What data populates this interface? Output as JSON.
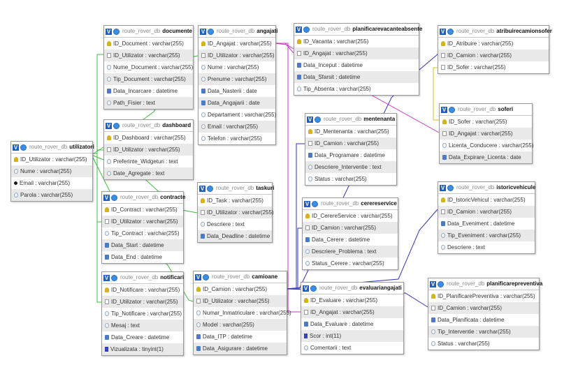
{
  "tables": [
    {
      "db": "route_rover_db",
      "name": "utilizatori",
      "fields": [
        {
          "text": "ID_Utilizator : varchar(255)",
          "icon": "key"
        },
        {
          "text": "Nume : varchar(255)",
          "icon": "col"
        },
        {
          "text": "Email : varchar(255)",
          "icon": "bul"
        },
        {
          "text": "Parola : varchar(255)",
          "icon": "col"
        }
      ]
    },
    {
      "db": "route_rover_db",
      "name": "documente",
      "fields": [
        {
          "text": "ID_Document : varchar(255)",
          "icon": "key"
        },
        {
          "text": "ID_Utilizator : varchar(255)",
          "icon": "fk"
        },
        {
          "text": "Nume_Document : varchar(255)",
          "icon": "col"
        },
        {
          "text": "Tip_Document : varchar(255)",
          "icon": "col"
        },
        {
          "text": "Data_Incarcare : datetime",
          "icon": "dt"
        },
        {
          "text": "Path_Fisier : text",
          "icon": "col"
        }
      ]
    },
    {
      "db": "route_rover_db",
      "name": "dashboard",
      "fields": [
        {
          "text": "ID_Dashboard : varchar(255)",
          "icon": "key"
        },
        {
          "text": "ID_Utilizator : varchar(255)",
          "icon": "fk"
        },
        {
          "text": "Preferinte_Widgeturi : text",
          "icon": "col"
        },
        {
          "text": "Date_Agregate : text",
          "icon": "col"
        }
      ]
    },
    {
      "db": "route_rover_db",
      "name": "contracte",
      "fields": [
        {
          "text": "ID_Contract : varchar(255)",
          "icon": "key"
        },
        {
          "text": "ID_Utilizator : varchar(255)",
          "icon": "fk"
        },
        {
          "text": "Tip_Contract : varchar(255)",
          "icon": "col"
        },
        {
          "text": "Data_Start : datetime",
          "icon": "dt"
        },
        {
          "text": "Data_End : datetime",
          "icon": "dt"
        }
      ]
    },
    {
      "db": "route_rover_db",
      "name": "notificari",
      "fields": [
        {
          "text": "ID_Notificare : varchar(255)",
          "icon": "key"
        },
        {
          "text": "ID_Utilizator : varchar(255)",
          "icon": "fk"
        },
        {
          "text": "Tip_Notificare : varchar(255)",
          "icon": "col"
        },
        {
          "text": "Mesaj : text",
          "icon": "col"
        },
        {
          "text": "Data_Creare : datetime",
          "icon": "dt"
        },
        {
          "text": "Vizualizata : tinyint(1)",
          "icon": "ent"
        }
      ]
    },
    {
      "db": "route_rover_db",
      "name": "angajati",
      "fields": [
        {
          "text": "ID_Angajat : varchar(255)",
          "icon": "key"
        },
        {
          "text": "ID_Utilizator : varchar(255)",
          "icon": "fk"
        },
        {
          "text": "Nume : varchar(255)",
          "icon": "col"
        },
        {
          "text": "Prenume : varchar(255)",
          "icon": "col"
        },
        {
          "text": "Data_Nasterii : date",
          "icon": "dt"
        },
        {
          "text": "Data_Angajarii : date",
          "icon": "dt"
        },
        {
          "text": "Departament : varchar(255)",
          "icon": "col"
        },
        {
          "text": "Email : varchar(255)",
          "icon": "col"
        },
        {
          "text": "Telefon : varchar(255)",
          "icon": "col"
        }
      ]
    },
    {
      "db": "route_rover_db",
      "name": "taskuri",
      "fields": [
        {
          "text": "ID_Task : varchar(255)",
          "icon": "key"
        },
        {
          "text": "ID_Utilizator : varchar(255)",
          "icon": "fk"
        },
        {
          "text": "Descriere : text",
          "icon": "col"
        },
        {
          "text": "Data_Deadline : datetime",
          "icon": "dt"
        }
      ]
    },
    {
      "db": "route_rover_db",
      "name": "camioane",
      "fields": [
        {
          "text": "ID_Camion : varchar(255)",
          "icon": "key"
        },
        {
          "text": "ID_Utilizator : varchar(255)",
          "icon": "fk"
        },
        {
          "text": "Numar_Inmatriculare : varchar(255)",
          "icon": "col"
        },
        {
          "text": "Model : varchar(255)",
          "icon": "col"
        },
        {
          "text": "Data_ITP : datetime",
          "icon": "dt"
        },
        {
          "text": "Data_Asigurare : datetime",
          "icon": "dt"
        }
      ]
    },
    {
      "db": "route_rover_db",
      "name": "planificarevacanteabsente",
      "fields": [
        {
          "text": "ID_Vacanta : varchar(255)",
          "icon": "key"
        },
        {
          "text": "ID_Angajat : varchar(255)",
          "icon": "fk"
        },
        {
          "text": "Data_Inceput : datetime",
          "icon": "dt"
        },
        {
          "text": "Data_Sfarsit : datetime",
          "icon": "dt"
        },
        {
          "text": "Tip_Absenta : varchar(255)",
          "icon": "col"
        }
      ]
    },
    {
      "db": "route_rover_db",
      "name": "mentenanta",
      "fields": [
        {
          "text": "ID_Mentenanta : varchar(255)",
          "icon": "key"
        },
        {
          "text": "ID_Camion : varchar(255)",
          "icon": "fk"
        },
        {
          "text": "Data_Programare : datetime",
          "icon": "dt"
        },
        {
          "text": "Descriere_Interventie : text",
          "icon": "col"
        },
        {
          "text": "Status : varchar(255)",
          "icon": "col"
        }
      ]
    },
    {
      "db": "route_rover_db",
      "name": "cerereservice",
      "fields": [
        {
          "text": "ID_CerereService : varchar(255)",
          "icon": "key"
        },
        {
          "text": "ID_Camion : varchar(255)",
          "icon": "fk"
        },
        {
          "text": "Data_Cerere : datetime",
          "icon": "dt"
        },
        {
          "text": "Descriere_Problema : text",
          "icon": "col"
        },
        {
          "text": "Status_Cerere : varchar(255)",
          "icon": "col"
        }
      ]
    },
    {
      "db": "route_rover_db",
      "name": "evaluariangajati",
      "fields": [
        {
          "text": "ID_Evaluare : varchar(255)",
          "icon": "key"
        },
        {
          "text": "ID_Angajat : varchar(255)",
          "icon": "fk"
        },
        {
          "text": "Data_Evaluare : datetime",
          "icon": "dt"
        },
        {
          "text": "Scor : int(11)",
          "icon": "ent"
        },
        {
          "text": "Comentarii : text",
          "icon": "col"
        }
      ]
    },
    {
      "db": "route_rover_db",
      "name": "atribuirecamionsofer",
      "fields": [
        {
          "text": "ID_Atribuire : varchar(255)",
          "icon": "key"
        },
        {
          "text": "ID_Camion : varchar(255)",
          "icon": "fk"
        },
        {
          "text": "ID_Sofer : varchar(255)",
          "icon": "fk"
        }
      ]
    },
    {
      "db": "route_rover_db",
      "name": "soferi",
      "fields": [
        {
          "text": "ID_Sofer : varchar(255)",
          "icon": "key"
        },
        {
          "text": "ID_Angajat : varchar(255)",
          "icon": "fk"
        },
        {
          "text": "Licenta_Conducere : varchar(255)",
          "icon": "col"
        },
        {
          "text": "Data_Expirare_Licenta : date",
          "icon": "dt"
        }
      ]
    },
    {
      "db": "route_rover_db",
      "name": "istoricvehicule",
      "fields": [
        {
          "text": "ID_IstoricVehicul : varchar(255)",
          "icon": "key"
        },
        {
          "text": "ID_Camion : varchar(255)",
          "icon": "fk"
        },
        {
          "text": "Data_Eveniment : datetime",
          "icon": "dt"
        },
        {
          "text": "Tip_Eveniment : varchar(255)",
          "icon": "col"
        },
        {
          "text": "Descriere : text",
          "icon": "col"
        }
      ]
    },
    {
      "db": "route_rover_db",
      "name": "planificarepreventiva",
      "fields": [
        {
          "text": "ID_PlanificarePreventiva : varchar(255)",
          "icon": "key"
        },
        {
          "text": "ID_Camion : varchar(255)",
          "icon": "fk"
        },
        {
          "text": "Data_Planificata : datetime",
          "icon": "dt"
        },
        {
          "text": "Tip_Interventie : varchar(255)",
          "icon": "col"
        },
        {
          "text": "Status : varchar(255)",
          "icon": "col"
        }
      ]
    }
  ],
  "colors": {
    "green": "#3cbf3c",
    "magenta": "#cc33cc",
    "blue": "#3333bb",
    "yellow": "#d8c020"
  }
}
